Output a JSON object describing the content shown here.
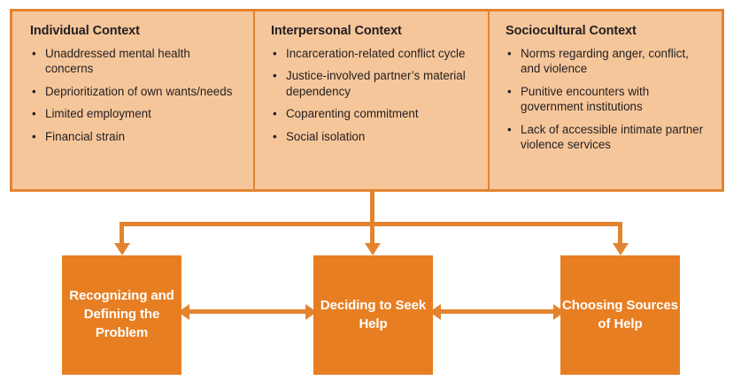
{
  "diagram": {
    "colors": {
      "context_fill": "#F6C69B",
      "border": "#E2842F",
      "stage_fill": "#E87E22",
      "stage_text": "#FFFFFF",
      "body_text": "#231F20"
    },
    "context_columns": [
      {
        "title": "Individual Context",
        "bullet_glyph": "•",
        "items": [
          "Unaddressed mental health concerns",
          "Deprioritization of own wants/needs",
          "Limited employment",
          "Financial strain"
        ]
      },
      {
        "title": "Interpersonal Context",
        "bullet_glyph": "•",
        "items": [
          "Incarceration-related conflict cycle",
          "Justice-involved partner’s material dependency",
          "Coparenting commitment",
          "Social isolation"
        ]
      },
      {
        "title": "Sociocultural Context",
        "bullet_glyph": "•",
        "items": [
          "Norms regarding anger, conflict, and violence",
          "Punitive encounters with government institutions",
          "Lack of accessible intimate partner violence services"
        ]
      }
    ],
    "stages": [
      {
        "label": "Recognizing and Defining the Problem"
      },
      {
        "label": "Deciding to Seek Help"
      },
      {
        "label": "Choosing Sources of Help"
      }
    ]
  }
}
